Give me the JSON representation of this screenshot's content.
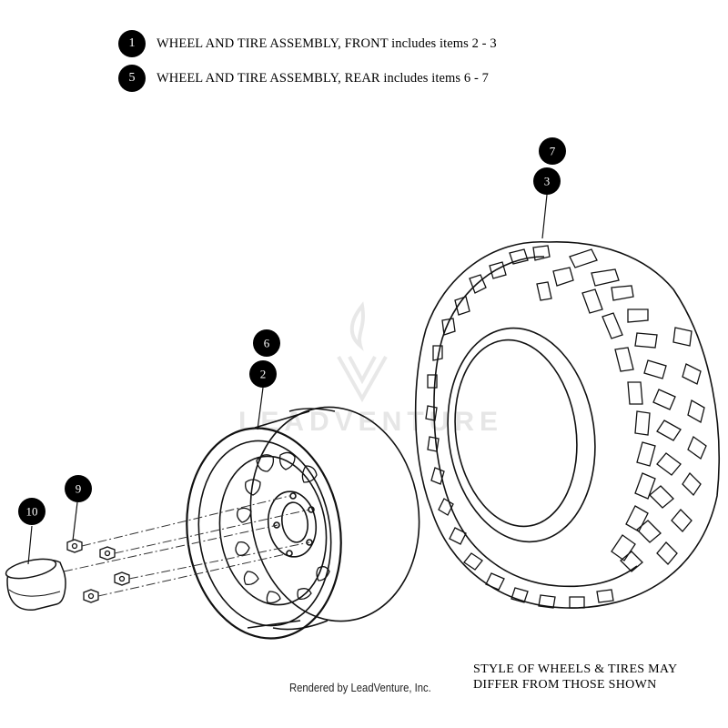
{
  "legend": [
    {
      "callout": "1",
      "text": "WHEEL AND TIRE ASSEMBLY, FRONT includes items 2 - 3"
    },
    {
      "callout": "5",
      "text": "WHEEL AND TIRE ASSEMBLY, REAR includes items 6 - 7"
    }
  ],
  "callouts": {
    "tire_rear": "7",
    "tire_front": "3",
    "wheel_rear": "6",
    "wheel_front": "2",
    "lug_nut": "9",
    "center_cap": "10"
  },
  "note": {
    "line1": "STYLE OF WHEELS & TIRES MAY",
    "line2": "DIFFER FROM THOSE SHOWN"
  },
  "credit": "Rendered by LeadVenture, Inc.",
  "watermark": "LEADVENTURE"
}
